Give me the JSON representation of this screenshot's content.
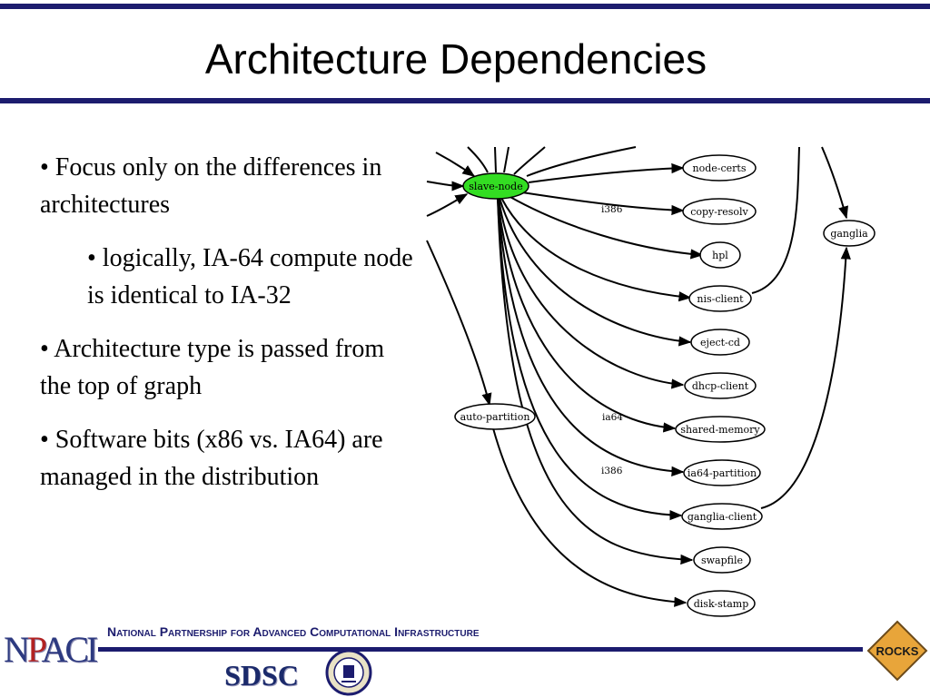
{
  "slide": {
    "title": "Architecture Dependencies",
    "bullets": [
      "• Focus only on the differences in architectures",
      "• logically, IA-64 compute node is identical to IA-32",
      "• Architecture type is passed from the top of graph",
      "• Software bits (x86 vs. IA64) are managed in the distribution"
    ]
  },
  "graph": {
    "center_node": "slave-node",
    "nodes": {
      "node_certs": "node-certs",
      "copy_resolv": "copy-resolv",
      "hpl": "hpl",
      "nis_client": "nis-client",
      "eject_cd": "eject-cd",
      "dhcp_client": "dhcp-client",
      "shared_memory": "shared-memory",
      "ia64_partition": "ia64-partition",
      "ganglia_client": "ganglia-client",
      "swapfile": "swapfile",
      "disk_stamp": "disk-stamp",
      "auto_partition": "auto-partition",
      "ganglia": "ganglia"
    },
    "edge_labels": {
      "copy_resolv": "i386",
      "shared_memory": "ia64",
      "ia64_partition": "i386"
    },
    "colors": {
      "center_fill": "#33dd22",
      "edge": "#000000"
    }
  },
  "footer": {
    "org": "National Partnership for Advanced Computational Infrastructure",
    "npaci_logo": "NPACI",
    "sdsc_logo": "SDSC",
    "rocks_logo": "ROCKS",
    "line_color": "#1c1c6e"
  }
}
